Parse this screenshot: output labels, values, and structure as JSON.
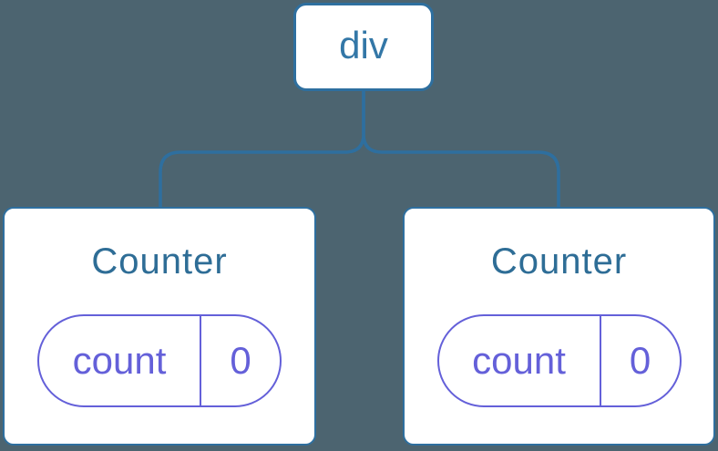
{
  "diagram": {
    "root": {
      "label": "div"
    },
    "children": [
      {
        "title": "Counter",
        "state": {
          "key": "count",
          "value": "0"
        }
      },
      {
        "title": "Counter",
        "state": {
          "key": "count",
          "value": "0"
        }
      }
    ]
  },
  "colors": {
    "background": "#4c6470",
    "line_blue": "#2e6f9f",
    "root_label_blue": "#3377a7",
    "title_blue": "#2e6d96",
    "state_purple": "#6460d9",
    "node_background": "#ffffff"
  }
}
